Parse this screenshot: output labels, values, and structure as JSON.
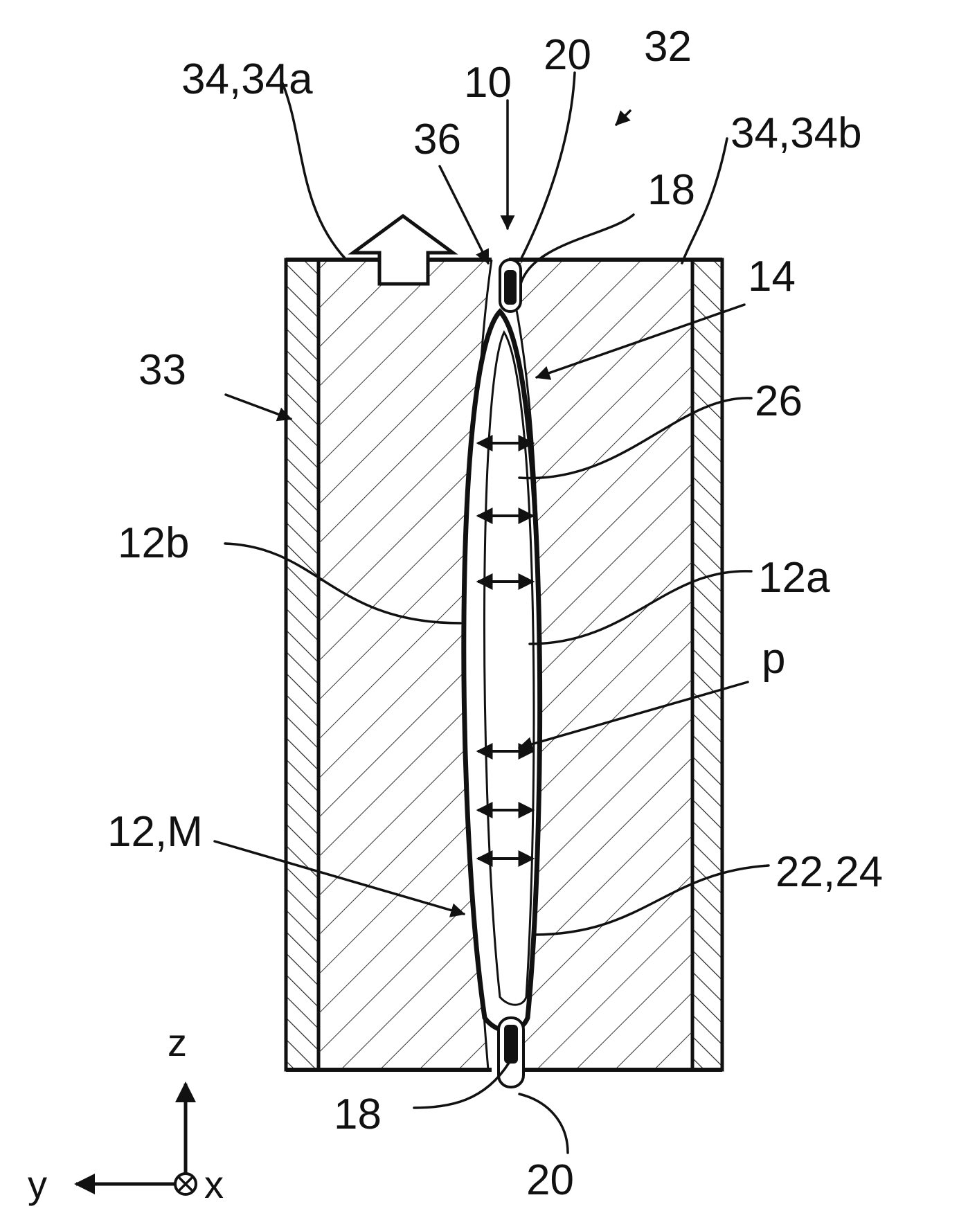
{
  "labels": {
    "part_34a": "34,34a",
    "part_10": "10",
    "part_20_top": "20",
    "part_32": "32",
    "part_36": "36",
    "part_34b": "34,34b",
    "part_18_top": "18",
    "part_14": "14",
    "part_33": "33",
    "part_26": "26",
    "part_12b": "12b",
    "part_12a": "12a",
    "part_p": "p",
    "part_12m": "12,M",
    "part_22_24": "22,24",
    "part_18_bottom": "18",
    "part_20_bottom": "20"
  },
  "axes": {
    "z": "z",
    "y": "y",
    "x": "x"
  }
}
